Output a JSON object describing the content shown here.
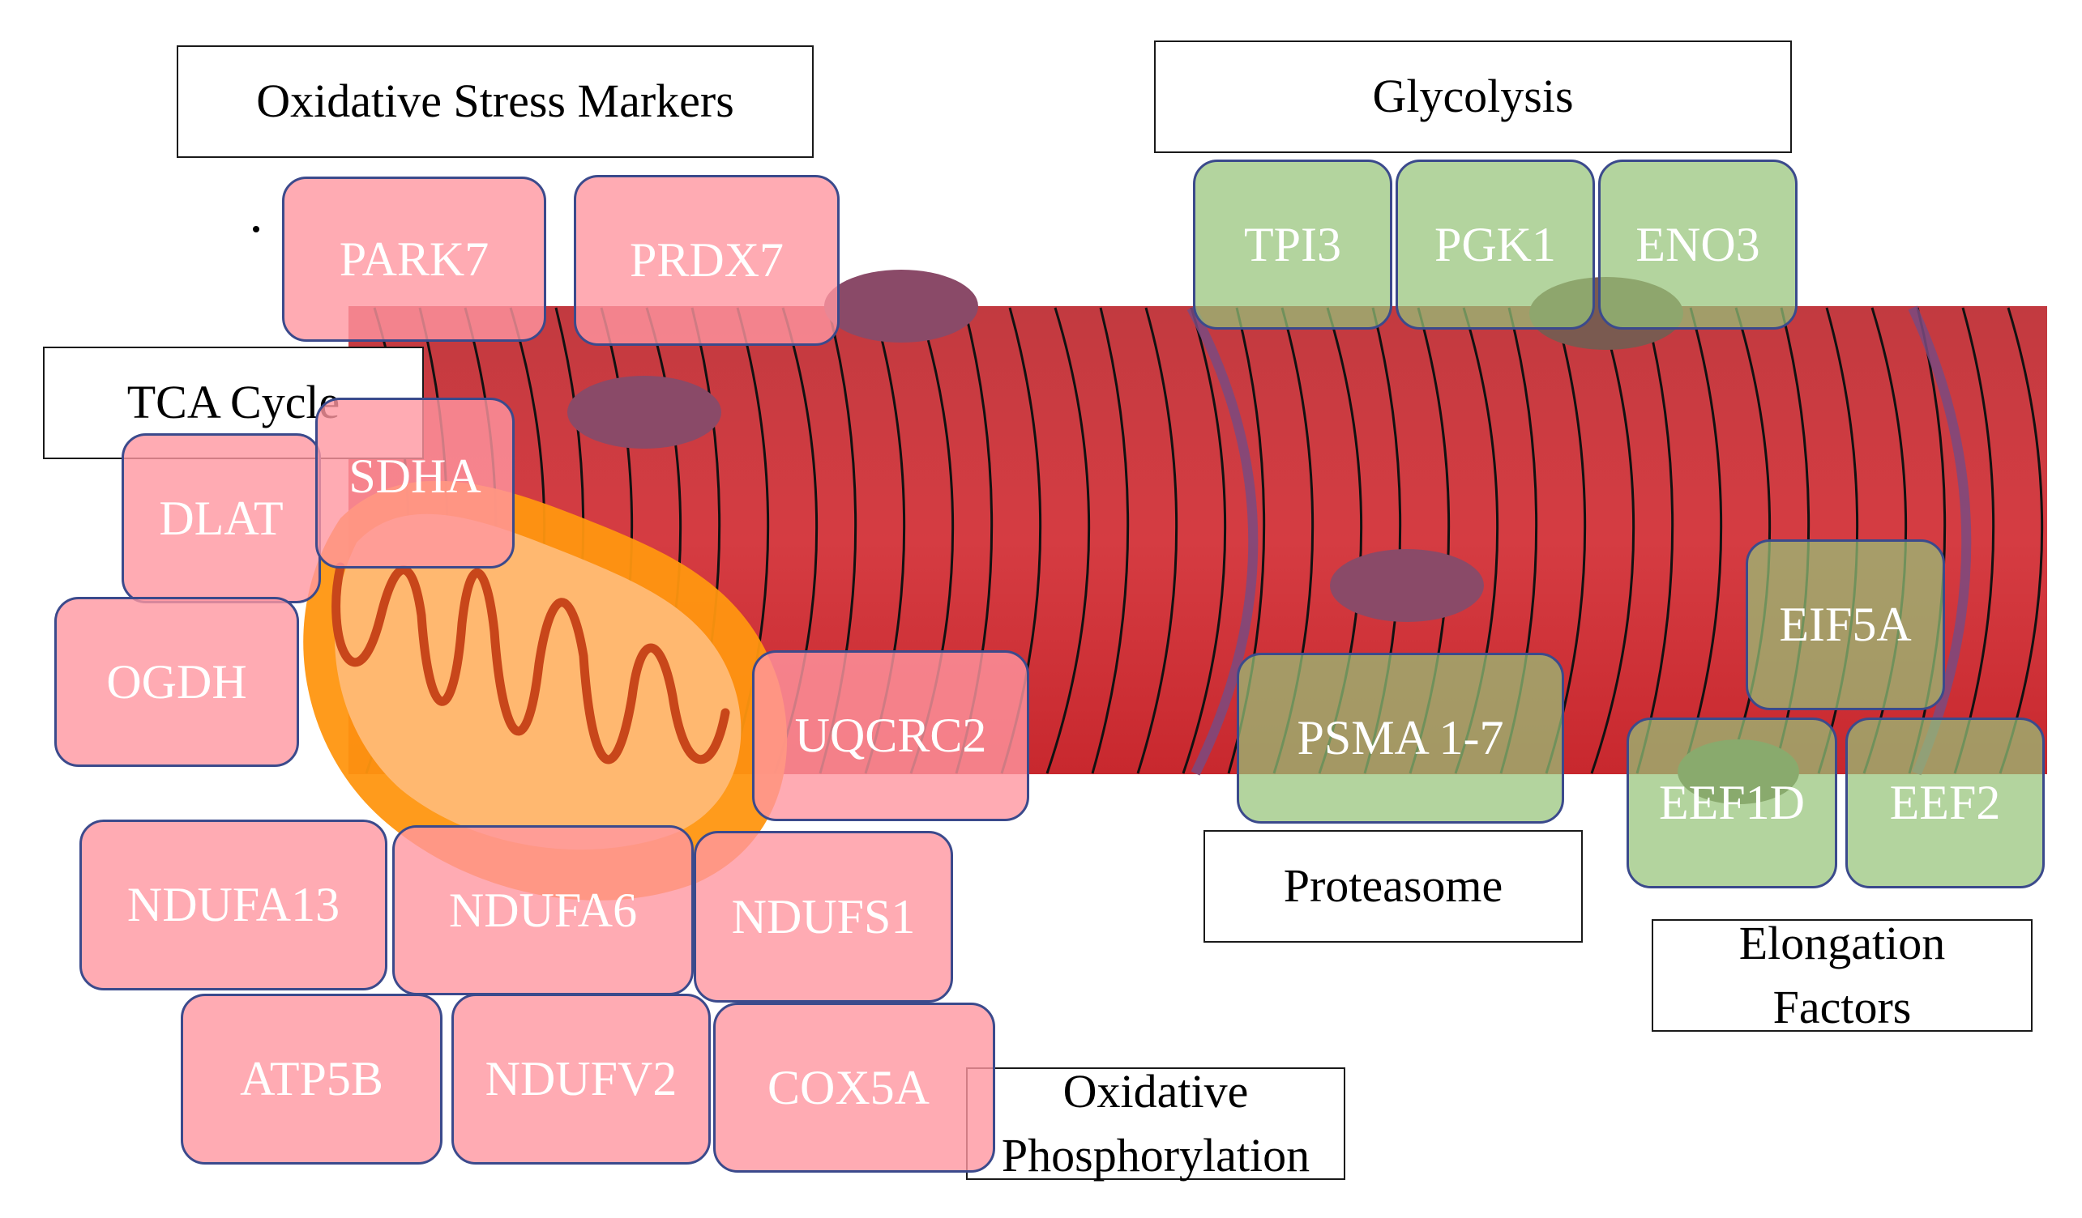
{
  "category_labels": {
    "oxidative_stress": "Oxidative Stress Markers",
    "glycolysis": "Glycolysis",
    "tca_cycle": "TCA Cycle",
    "proteasome": "Proteasome",
    "elongation_line1": "Elongation",
    "elongation_line2": "Factors",
    "oxphos_line1": "Oxidative",
    "oxphos_line2": "Phosphorylation"
  },
  "proteins": {
    "park7": "PARK7",
    "prdx7": "PRDX7",
    "tpi3": "TPI3",
    "pgk1": "PGK1",
    "eno3": "ENO3",
    "dlat": "DLAT",
    "sdha": "SDHA",
    "ogdh": "OGDH",
    "uqcrc2": "UQCRC2",
    "psma": "PSMA 1-7",
    "eif5a": "EIF5A",
    "eef1d": "EEF1D",
    "eef2": "EEF2",
    "ndufa13": "NDUFA13",
    "ndufa6": "NDUFA6",
    "ndufs1": "NDUFS1",
    "atp5b": "ATP5B",
    "ndufv2": "NDUFV2",
    "cox5a": "COX5A"
  },
  "colors": {
    "muscle_fiber": "#d03238",
    "nucleus": "#8a4a68",
    "mitochondrion_outer": "#ff9610",
    "mitochondrion_inner": "#ffb870",
    "cristae": "#c8461a",
    "protein_box_border": "#3b4a8c",
    "mitochondrial_protein": "#ff96a0",
    "cytosolic_protein": "#96c378"
  }
}
